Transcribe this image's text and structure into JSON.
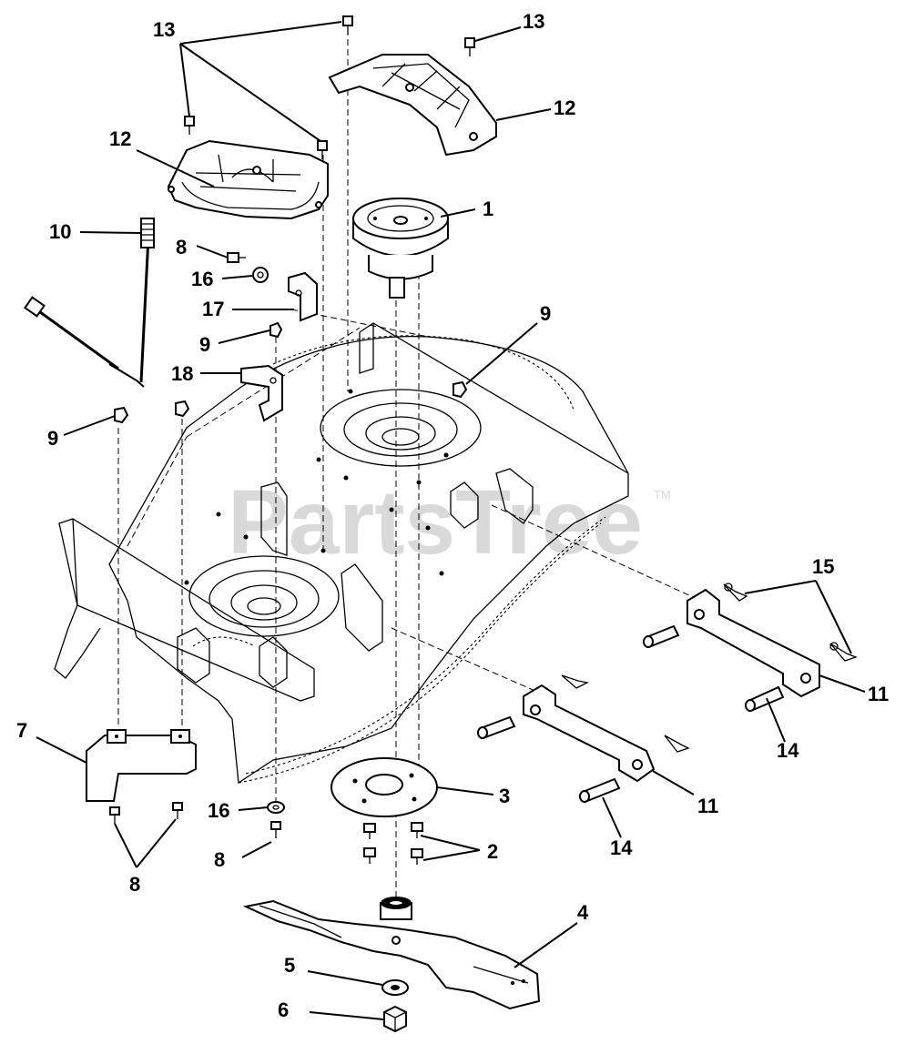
{
  "watermark": {
    "text": "PartsTree",
    "trademark": "TM"
  },
  "callouts": [
    {
      "id": "c13a",
      "text": "13"
    },
    {
      "id": "c13b",
      "text": "13"
    },
    {
      "id": "c12a",
      "text": "12"
    },
    {
      "id": "c12b",
      "text": "12"
    },
    {
      "id": "c1",
      "text": "1"
    },
    {
      "id": "c10",
      "text": "10"
    },
    {
      "id": "c8a",
      "text": "8"
    },
    {
      "id": "c16a",
      "text": "16"
    },
    {
      "id": "c17",
      "text": "17"
    },
    {
      "id": "c9a",
      "text": "9"
    },
    {
      "id": "c9b",
      "text": "9"
    },
    {
      "id": "c18",
      "text": "18"
    },
    {
      "id": "c9c",
      "text": "9"
    },
    {
      "id": "c15",
      "text": "15"
    },
    {
      "id": "c11a",
      "text": "11"
    },
    {
      "id": "c14a",
      "text": "14"
    },
    {
      "id": "c7",
      "text": "7"
    },
    {
      "id": "c3",
      "text": "3"
    },
    {
      "id": "c11b",
      "text": "11"
    },
    {
      "id": "c16b",
      "text": "16"
    },
    {
      "id": "c2",
      "text": "2"
    },
    {
      "id": "c14b",
      "text": "14"
    },
    {
      "id": "c8b",
      "text": "8"
    },
    {
      "id": "c8c",
      "text": "8"
    },
    {
      "id": "c4",
      "text": "4"
    },
    {
      "id": "c5",
      "text": "5"
    },
    {
      "id": "c6",
      "text": "6"
    }
  ]
}
